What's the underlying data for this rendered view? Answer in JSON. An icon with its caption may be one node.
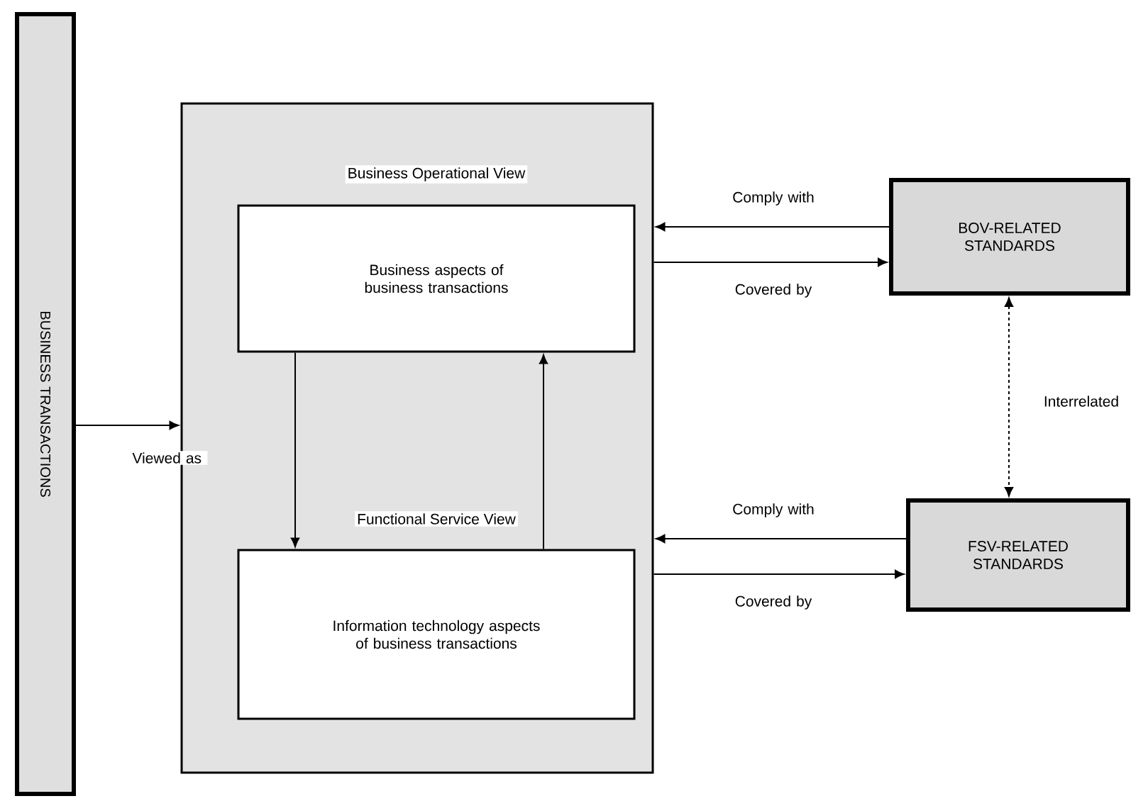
{
  "diagram": {
    "nodes": [
      {
        "text": [
          "BUSINESS TRANSACTIONS"
        ]
      },
      {
        "text": [],
        "shape": "box"
      },
      {
        "text": [
          "Business Operational View",
          "Business aspects of business transactions"
        ],
        "in": 1
      },
      {
        "text": [
          "Functional Service View",
          "Information technology aspects of business transactions"
        ],
        "in": 1
      },
      {
        "text": [
          "BOV-RELATED STANDARDS"
        ]
      },
      {
        "text": [
          "FSV-RELATED STANDARDS"
        ]
      }
    ],
    "edges": [
      {
        "from": 0,
        "to": 1,
        "arrow": "to",
        "label": "Viewed as"
      },
      {
        "from": 2,
        "to": 3,
        "arrow": "to"
      },
      {
        "from": 3,
        "to": 2,
        "arrow": "to"
      },
      {
        "from": 4,
        "to": 1,
        "arrow": "to",
        "label": "Comply with"
      },
      {
        "from": 1,
        "to": 4,
        "arrow": "to",
        "label": "Covered by"
      },
      {
        "from": 4,
        "to": 5,
        "arrow": "both",
        "style": "dashed",
        "label": "Interrelated"
      },
      {
        "from": 5,
        "to": 1,
        "arrow": "to",
        "label": "Comply with"
      },
      {
        "from": 1,
        "to": 5,
        "arrow": "to",
        "label": "Covered by"
      }
    ]
  }
}
